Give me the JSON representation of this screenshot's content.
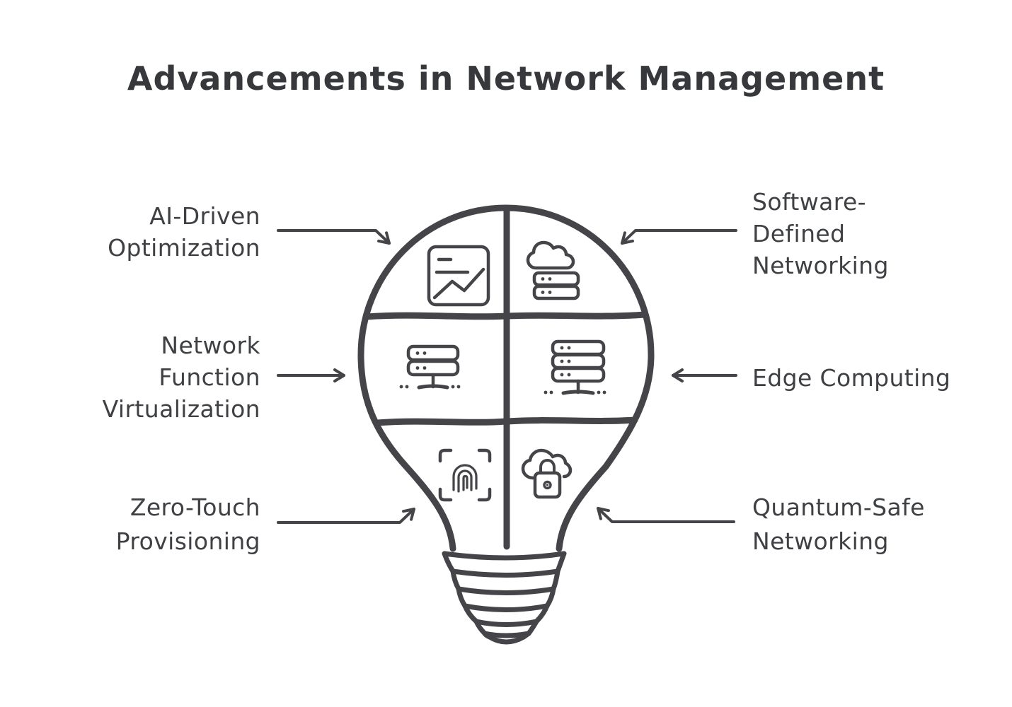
{
  "title": "Advancements in Network Management",
  "items": [
    {
      "id": "ai-driven-optimization",
      "label": "AI-Driven\nOptimization",
      "icon": "analytics-report-icon",
      "position": "top-left"
    },
    {
      "id": "software-defined-networking",
      "label": "Software-\nDefined\nNetworking",
      "icon": "cloud-server-icon",
      "position": "top-right"
    },
    {
      "id": "network-function-virtualization",
      "label": "Network\nFunction\nVirtualization",
      "icon": "virtual-server-rack-icon",
      "position": "middle-left"
    },
    {
      "id": "edge-computing",
      "label": "Edge Computing",
      "icon": "edge-server-rack-icon",
      "position": "middle-right"
    },
    {
      "id": "zero-touch-provisioning",
      "label": "Zero-Touch\nProvisioning",
      "icon": "fingerprint-scan-icon",
      "position": "bottom-left"
    },
    {
      "id": "quantum-safe-networking",
      "label": "Quantum-Safe\nNetworking",
      "icon": "secure-cloud-lock-icon",
      "position": "bottom-right"
    }
  ],
  "colors": {
    "ink": "#454549",
    "text": "#3e4044",
    "background": "#ffffff"
  }
}
